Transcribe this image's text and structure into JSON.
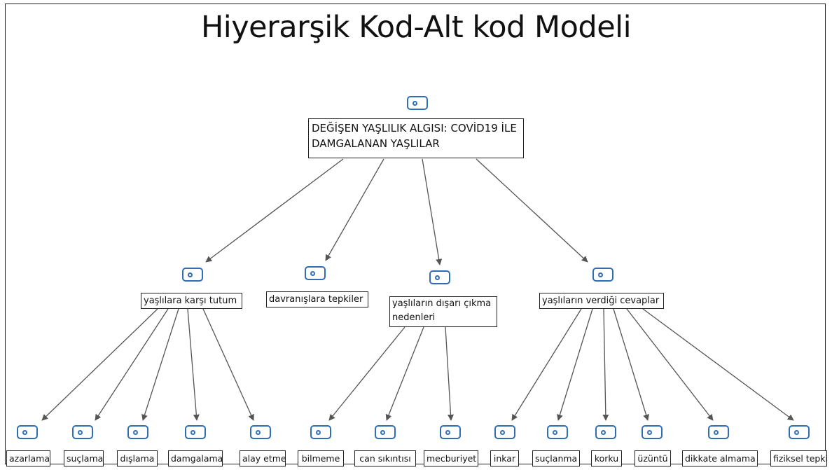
{
  "title": "Hiyerarşik Kod-Alt kod Modeli",
  "accent_color": "#2f6db5",
  "icon": "code-tag-icon",
  "root": {
    "label": "DEĞİŞEN YAŞLILIK ALGISI: COVİD19 İLE DAMGALANAN YAŞLILAR"
  },
  "codes": [
    {
      "label": "yaşlılara karşı tutum",
      "subcodes": [
        "azarlama",
        "suçlama",
        "dışlama",
        "damgalama",
        "alay etme"
      ]
    },
    {
      "label": "davranışlara tepkiler",
      "subcodes": []
    },
    {
      "label": "yaşlıların dışarı çıkma nedenleri",
      "subcodes": [
        "bilmeme",
        "can sıkıntısı",
        "mecburiyet"
      ]
    },
    {
      "label": "yaşlıların verdiği cevaplar",
      "subcodes": [
        "inkar",
        "suçlanma",
        "korku",
        "üzüntü",
        "dikkate almama",
        "fiziksel tepki"
      ]
    }
  ]
}
